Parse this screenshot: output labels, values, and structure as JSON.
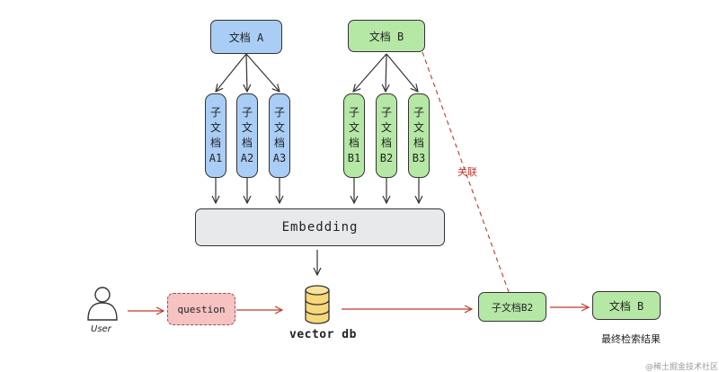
{
  "doc_a": {
    "label": "文档 A",
    "children": [
      {
        "line1": "子",
        "line2": "文",
        "line3": "档",
        "line4": "A1"
      },
      {
        "line1": "子",
        "line2": "文",
        "line3": "档",
        "line4": "A2"
      },
      {
        "line1": "子",
        "line2": "文",
        "line3": "档",
        "line4": "A3"
      }
    ]
  },
  "doc_b": {
    "label": "文档 B",
    "children": [
      {
        "line1": "子",
        "line2": "文",
        "line3": "档",
        "line4": "B1"
      },
      {
        "line1": "子",
        "line2": "文",
        "line3": "档",
        "line4": "B2"
      },
      {
        "line1": "子",
        "line2": "文",
        "line3": "档",
        "line4": "B3"
      }
    ]
  },
  "embedding": {
    "label": "Embedding"
  },
  "user": {
    "label": "User"
  },
  "question": {
    "label": "question"
  },
  "vector_db": {
    "label": "vector db"
  },
  "retrieved": {
    "label": "子文档B2"
  },
  "relation": {
    "label": "关联"
  },
  "final": {
    "box_label": "文档 B",
    "caption": "最终检索结果"
  },
  "watermark": "@稀土掘金技术社区",
  "colors": {
    "blue": "#a9cdf4",
    "green": "#b5e8a5",
    "grey": "#e8e9eb",
    "pink": "#f6c2c2",
    "cylinder": "#f7d87a",
    "link": "#c0392b"
  }
}
